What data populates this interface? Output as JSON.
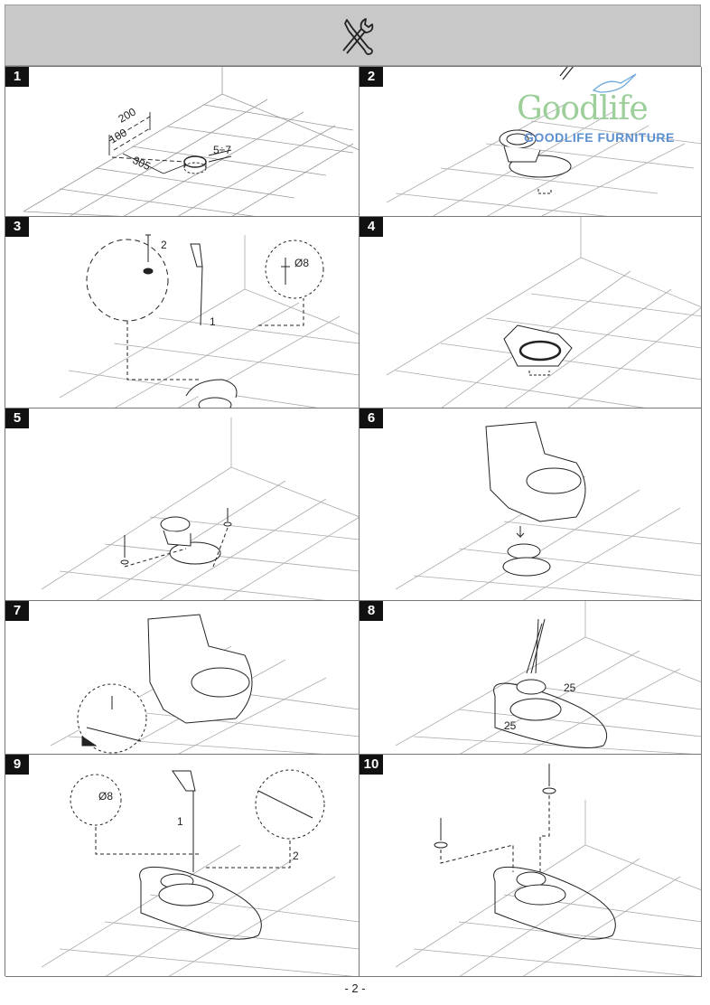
{
  "header": {
    "icon": "tools-icon"
  },
  "steps": [
    {
      "number": "1",
      "labels": {
        "d200": "200",
        "d100": "100",
        "d305": "305",
        "d57": "5÷7"
      }
    },
    {
      "number": "2"
    },
    {
      "number": "3",
      "labels": {
        "callout1": "1",
        "callout2": "2",
        "dia": "Ø8"
      }
    },
    {
      "number": "4"
    },
    {
      "number": "5"
    },
    {
      "number": "6"
    },
    {
      "number": "7"
    },
    {
      "number": "8",
      "labels": {
        "d25a": "25",
        "d25b": "25"
      }
    },
    {
      "number": "9",
      "labels": {
        "callout1": "1",
        "callout2": "2",
        "dia": "Ø8"
      }
    },
    {
      "number": "10"
    }
  ],
  "watermark": {
    "logo": "Goodlife",
    "subtitle": "GOODLIFE FURNITURE"
  },
  "footer": {
    "page": "- 2 -"
  }
}
